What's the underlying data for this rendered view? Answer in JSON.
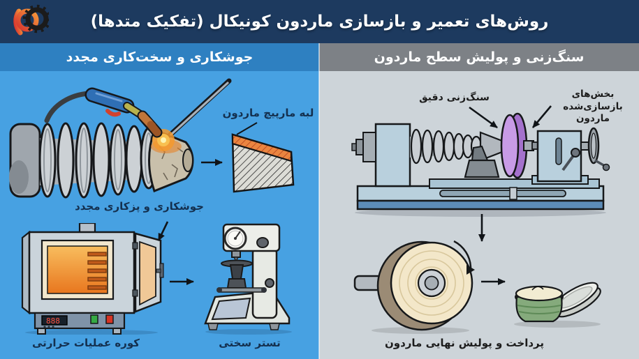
{
  "header": {
    "title": "روش‌های تعمیر و بازسازی ماردون کونیکال (تفکیک متدها)"
  },
  "icons": {
    "logo": "orange-ring-and-black-gear"
  },
  "panels": {
    "left": {
      "title": "جوشکاری و سخت‌کاری مجدد",
      "label_screw_edge": "لبه مارپیچ ماردون",
      "label_rewelding": "جوشکاری و پزکاری مجدد",
      "label_furnace": "کوره عملیات حرارتی",
      "label_tester": "تستر سختی",
      "furnace_display": "888"
    },
    "right": {
      "title": "سنگ‌زنی و پولیش سطح ماردون",
      "label_precise_grinding": "سنگ‌زنی دقیق",
      "label_rebuilt_parts_line1": "بخش‌های",
      "label_rebuilt_parts_line2": "بازسازی‌شده ماردون",
      "label_final_polish": "پرداخت و پولیش نهایی ماردون"
    }
  },
  "colors": {
    "header-bg": "#1d3a5f",
    "header-text": "#ffffff",
    "left-header-bg": "#2e80c1",
    "left-panel-bg": "#47a1e2",
    "right-header-bg": "#7d8186",
    "right-panel-bg": "#cdd4d9",
    "label-navy": "#14304f",
    "label-dark": "#1c1c1c",
    "arrow-color": "#101418",
    "accent-orange": "#ea8540",
    "wheel-purple": "#b57fd6",
    "logo-orange": "#e8632a",
    "logo-black": "#1b1b1b"
  }
}
